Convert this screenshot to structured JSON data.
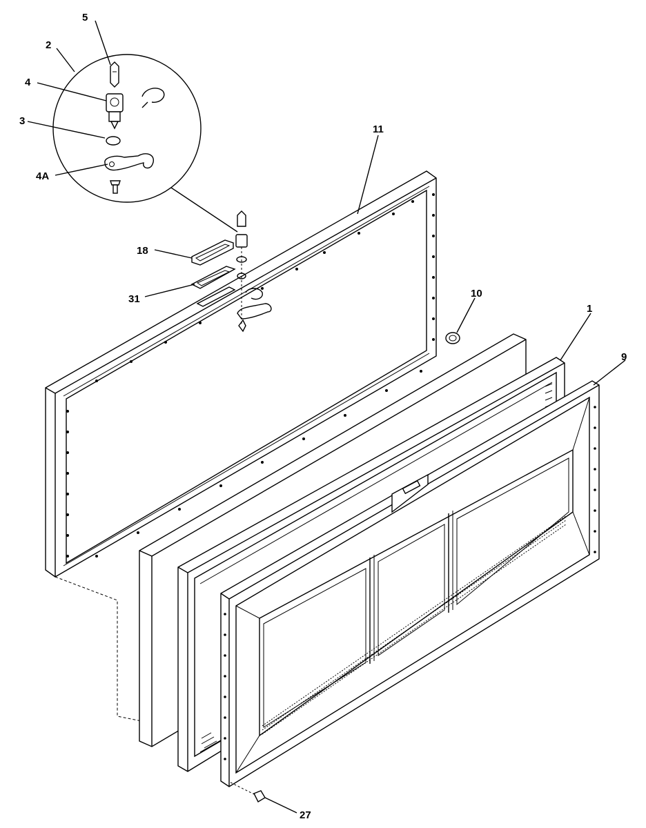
{
  "diagram": {
    "callouts": [
      {
        "id": "c5",
        "label": "5"
      },
      {
        "id": "c2",
        "label": "2"
      },
      {
        "id": "c4",
        "label": "4"
      },
      {
        "id": "c3",
        "label": "3"
      },
      {
        "id": "c4a",
        "label": "4A"
      },
      {
        "id": "c11",
        "label": "11"
      },
      {
        "id": "c18",
        "label": "18"
      },
      {
        "id": "c31",
        "label": "31"
      },
      {
        "id": "c10",
        "label": "10"
      },
      {
        "id": "c1",
        "label": "1"
      },
      {
        "id": "c9",
        "label": "9"
      },
      {
        "id": "c27",
        "label": "27"
      }
    ]
  }
}
